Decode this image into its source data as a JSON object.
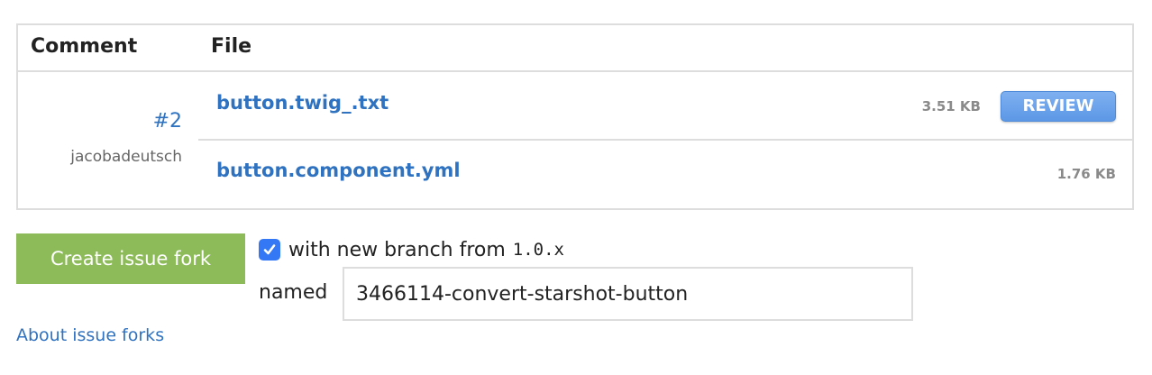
{
  "table": {
    "headers": {
      "comment": "Comment",
      "file": "File"
    },
    "comment": {
      "number": "#2",
      "author": "jacobadeutsch"
    },
    "files": [
      {
        "name": "button.twig_.txt",
        "size": "3.51 KB",
        "action": "REVIEW"
      },
      {
        "name": "button.component.yml",
        "size": "1.76 KB"
      }
    ]
  },
  "fork": {
    "button_label": "Create issue fork",
    "checkbox_checked": true,
    "branch_text": "with new branch from",
    "branch_source": "1.0.x",
    "named_label": "named",
    "branch_name": "3466114-convert-starshot-button",
    "about_link": "About issue forks"
  },
  "colors": {
    "link": "#2f72c0",
    "fork_button": "#8ebb5a",
    "review_button": "#5c98e6",
    "checkbox": "#3478f6",
    "border": "#dddddd"
  }
}
